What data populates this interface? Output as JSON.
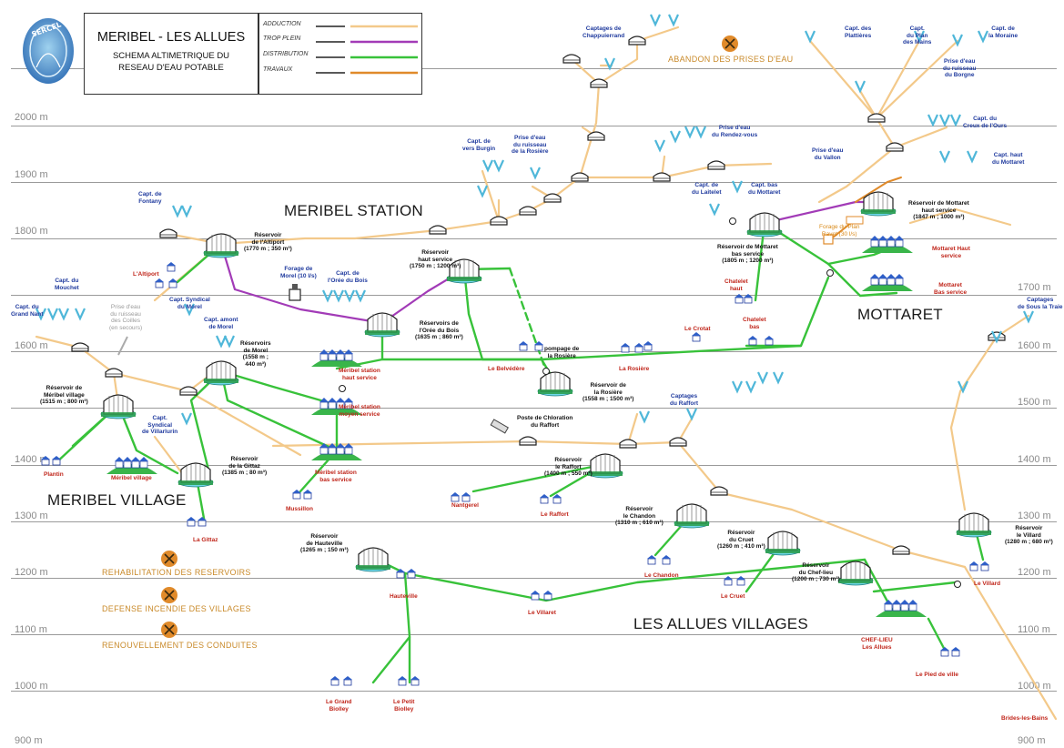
{
  "title": {
    "main": "MERIBEL - LES ALLUES",
    "line1": "SCHEMA ALTIMETRIQUE DU",
    "line2": "RESEAU D'EAU POTABLE"
  },
  "logo_text": "SERCEL",
  "legend": [
    {
      "label": "ADDUCTION",
      "color": "#f3c98a"
    },
    {
      "label": "TROP PLEIN",
      "color": "#a23bb7"
    },
    {
      "label": "DISTRIBUTION",
      "color": "#38c23a"
    },
    {
      "label": "TRAVAUX",
      "color": "#e08a2a"
    }
  ],
  "altitudes": [
    "2000 m",
    "1900 m",
    "1800 m",
    "1700 m",
    "1600 m",
    "1500 m",
    "1400 m",
    "1300 m",
    "1200 m",
    "1100 m",
    "1000 m",
    "900 m"
  ],
  "zones": {
    "meribel_station": "MERIBEL STATION",
    "mottaret": "MOTTARET",
    "meribel_village": "MERIBEL VILLAGE",
    "allues": "LES ALLUES VILLAGES"
  },
  "actions": {
    "abandon": "ABANDON DES PRISES D'EAU",
    "rehab": "REHABILITATION DES RESERVOIRS",
    "defense": "DEFENSE INCENDIE DES VILLAGES",
    "renouv": "RENOUVELLEMENT DES CONDUITES"
  },
  "labels": {
    "capt_chappuis": "Captages de\nChappuierrand",
    "capt_plattieres": "Capt. des\nPlattières",
    "capt_plan_mains": "Capt.\ndu Plan\ndes Mains",
    "capt_moraine": "Capt. de\nla Moraine",
    "prise_borgne": "Prise d'eau\ndu ruisseau\ndu Borgne",
    "capt_creux": "Capt. du\nCreux de l'Ours",
    "capt_burgin": "Capt. de\nvers Burgin",
    "prise_rosiere": "Prise d'eau\ndu ruisseau\nde la Rosière",
    "prise_rendezvous": "Prise d'eau\ndu Rendez-vous",
    "prise_vallon": "Prise d'eau\ndu Vallon",
    "capt_haut_mottaret": "Capt. haut\ndu Mottaret",
    "capt_laitelet": "Capt. de\ndu Laitelet",
    "capt_bas_mottaret": "Capt. bas\ndu Mottaret",
    "res_mottaret_haut": "Réservoir de Mottaret\nhaut service\n(1847 m ; 1000 m³)",
    "capt_fontany": "Capt. de\nFontany",
    "res_altiport": "Réservoir\nde l'Altiport\n(1770 m ; 350 m³)",
    "res_haut_service": "Réservoir\nhaut service\n(1750 m ; 1200 m³)",
    "res_mottaret_bas": "Réservoir de Mottaret\nbas service\n(1805 m ; 1200 m³)",
    "forage_plan": "Forage du Plan\nRavet (30 l/s)",
    "mottaret_haut": "Mottaret Haut\nservice",
    "altiport": "L'Altiport",
    "forage_morel": "Forage de\nMorel (10 l/s)",
    "capt_oree": "Capt. de\nl'Orée du Bois",
    "capt_mouchet": "Capt. du\nMouchet",
    "capt_syndical_morel": "Capt. Syndical\ndu Morel",
    "prise_coilles": "Prise d'eau\ndu ruisseau\ndes Coilles\n(en secours)",
    "chatelet_haut": "Chatelet\nhaut",
    "mottaret_bas": "Mottaret\nBas service",
    "capt_grand_nant": "Capt. du\nGrand Nant",
    "capt_amont_morel": "Capt. amont\nde Morel",
    "res_oree": "Réservoirs de\nl'Orée du Bois\n(1635 m ; 860 m³)",
    "chatelet_bas": "Chatelet\nbas",
    "le_crotat": "Le Crotat",
    "capt_sous_traie": "Captages\nde Sous la Traie",
    "res_morel": "Réservoirs\nde Morel\n(1558 m ;\n440 m³)",
    "meribel_station_haut": "Méribel station\nhaut service",
    "le_belvedere": "Le Belvédère",
    "pompage_rosiere": "pompage de\nla Rosière",
    "la_rosiere": "La Rosière",
    "res_rosiere": "Réservoir de\nla Rosière\n(1558 m ; 1500 m³)",
    "capt_raffort": "Captages\ndu Raffort",
    "res_meribel_village": "Réservoir de\nMéribel village\n(1515 m ; 800 m³)",
    "meribel_station_moyen": "Méribel station\nmoyen service",
    "capt_syndical_villarlurin": "Capt.\nSyndical\nde Villarlurin",
    "poste_chloration": "Poste de Chloration\ndu Raffort",
    "plantin": "Plantin",
    "meribel_village": "Méribel village",
    "res_gittaz": "Réservoir\nde la Gittaz\n(1385 m ; 80 m³)",
    "meribel_station_bas": "Méribel station\nbas service",
    "res_raffort": "Réservoir\nle Raffort\n(1400 m ; 550 m³)",
    "mussillon": "Mussillon",
    "nantgerel": "Nantgerel",
    "le_raffort": "Le Raffort",
    "res_chandon": "Réservoir\nle Chandon\n(1310 m ; 610 m³)",
    "res_villard": "Réservoir\nle Villard\n(1280 m ; 680 m³)",
    "la_gittaz": "La Gittaz",
    "res_cruet": "Réservoir\ndu Cruet\n(1260 m ; 410 m³)",
    "res_hauteville": "Réservoir\nde Hauteville\n(1265 m ; 150 m³)",
    "le_chandon": "Le Chandon",
    "le_villard": "Le Villard",
    "hauteville": "Hauteville",
    "le_cruet": "Le Cruet",
    "res_chef_lieu": "Réservoir\ndu Chef-lieu\n(1200 m ; 730 m³)",
    "le_villaret": "Le Villaret",
    "chef_lieu": "CHEF-LIEU\nLes Allues",
    "le_pied_de_ville": "Le Pied de ville",
    "le_grand_biolley": "Le Grand\nBiolley",
    "le_petit_biolley": "Le Petit\nBiolley",
    "brides": "Brides-les-Bains"
  },
  "colors": {
    "adduction": "#f3c98a",
    "trop_plein": "#a23bb7",
    "distribution": "#38c23a",
    "travaux": "#e08a2a",
    "reservoir": "#2a9e4a",
    "water": "#6fd8e8"
  }
}
